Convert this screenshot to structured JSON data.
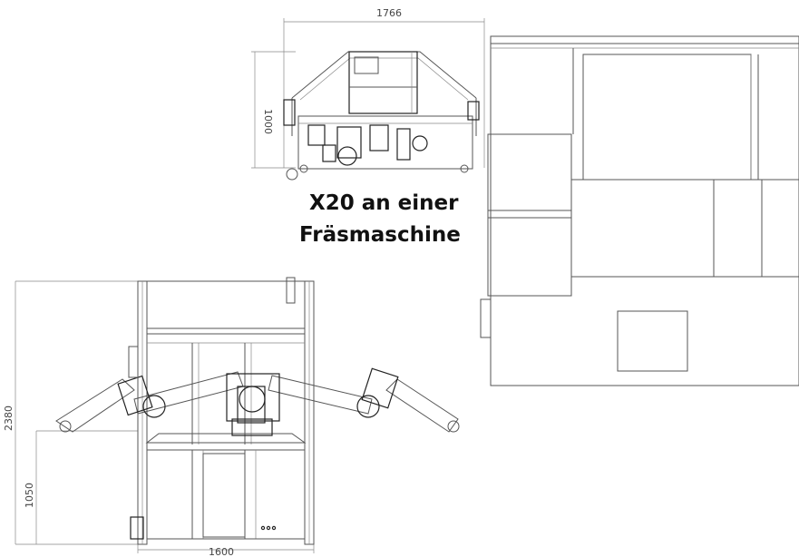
{
  "title": {
    "line1": "X20 an einer",
    "line2": "Fräsmaschine"
  },
  "dimensions": {
    "top_width": "1766",
    "top_height": "1000",
    "front_height": "2380",
    "front_table_height": "1050",
    "front_width": "1600"
  },
  "colors": {
    "line": "#555555",
    "text": "#111111"
  }
}
